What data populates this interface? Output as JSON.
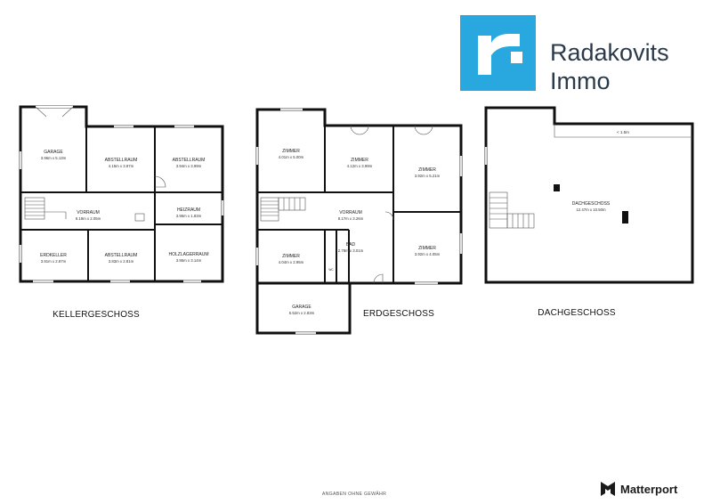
{
  "brand": {
    "name_line1": "Radakovits",
    "name_line2": "Immo",
    "logo_letter": "r",
    "color": "#29a8e0",
    "text_color": "#2b3a4a"
  },
  "floors": {
    "keller": {
      "label": "KELLERGESCHOSS",
      "rooms": {
        "garage": {
          "name": "GARAGE",
          "dims": "3.96m x 5.13m"
        },
        "abstell1": {
          "name": "ABSTELLRAUM",
          "dims": "4.15m x 3.97m"
        },
        "abstell2": {
          "name": "ABSTELLRAUM",
          "dims": "3.94m x 3.99m"
        },
        "vorraum": {
          "name": "VORRAUM",
          "dims": "8.19m x 2.05m"
        },
        "heizraum": {
          "name": "HEIZRAUM",
          "dims": "3.95m x 1.83m"
        },
        "erdkeller": {
          "name": "ERDKELLER",
          "dims": "3.91m x 2.87m"
        },
        "abstell3": {
          "name": "ABSTELLRAUM",
          "dims": "3.83m x 2.81m"
        },
        "holz": {
          "name": "HOLZLAGERRAUM",
          "dims": "3.95m x 3.14m"
        }
      }
    },
    "erd": {
      "label": "ERDGESCHOSS",
      "rooms": {
        "zimmer1": {
          "name": "ZIMMER",
          "dims": "4.01m x 5.00m"
        },
        "zimmer2": {
          "name": "ZIMMER",
          "dims": "4.12m x 3.99m"
        },
        "zimmer3": {
          "name": "ZIMMER",
          "dims": "3.92m x 5.21m"
        },
        "vorraum": {
          "name": "VORRAUM",
          "dims": "8.17m x 3.26m"
        },
        "zimmer4": {
          "name": "ZIMMER",
          "dims": "4.04m x 2.95m"
        },
        "bad": {
          "name": "BAD",
          "dims": "2.78m x 3.01m"
        },
        "zimmer5": {
          "name": "ZIMMER",
          "dims": "3.92m x 4.05m"
        },
        "garage": {
          "name": "GARAGE",
          "dims": "5.52m x 2.83m"
        },
        "wc": "WC"
      }
    },
    "dach": {
      "label": "DACHGESCHOSS",
      "rooms": {
        "dachgeschoss": {
          "name": "DACHGESCHOSS",
          "dims": "12.47m x 10.50m"
        }
      },
      "height_note": "< 1.5m"
    }
  },
  "disclaimer": "ANGABEN OHNE GEWÄHR",
  "matterport": {
    "name": "Matterport",
    "icon": "matterport-logo-icon"
  }
}
